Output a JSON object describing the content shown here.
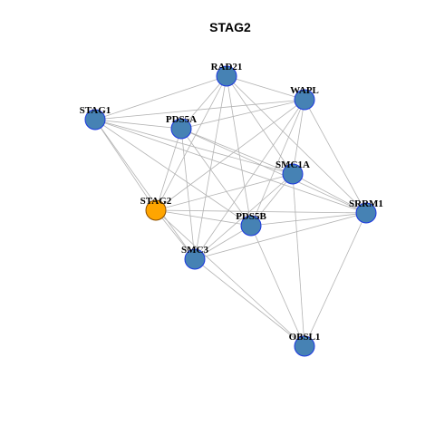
{
  "title": "STAG2",
  "colors": {
    "default_node": "#4682b4",
    "highlight_node": "#ffa500",
    "node_border": "#1a36e0",
    "highlight_border": "#8a4d00",
    "edge": "#b3b3b3"
  },
  "nodes": [
    {
      "id": "RAD21",
      "label": "RAD21",
      "highlight": false
    },
    {
      "id": "WAPL",
      "label": "WAPL",
      "highlight": false
    },
    {
      "id": "STAG1",
      "label": "STAG1",
      "highlight": false
    },
    {
      "id": "PDS5A",
      "label": "PDS5A",
      "highlight": false
    },
    {
      "id": "SMC1A",
      "label": "SMC1A",
      "highlight": false
    },
    {
      "id": "STAG2",
      "label": "STAG2",
      "highlight": true
    },
    {
      "id": "SRRM1",
      "label": "SRRM1",
      "highlight": false
    },
    {
      "id": "PDS5B",
      "label": "PDS5B",
      "highlight": false
    },
    {
      "id": "SMC3",
      "label": "SMC3",
      "highlight": false
    },
    {
      "id": "OBSL1",
      "label": "OBSL1",
      "highlight": false
    }
  ],
  "edges": [
    [
      "STAG1",
      "RAD21"
    ],
    [
      "STAG1",
      "WAPL"
    ],
    [
      "STAG1",
      "SMC1A"
    ],
    [
      "STAG1",
      "SRRM1"
    ],
    [
      "STAG1",
      "PDS5B"
    ],
    [
      "STAG1",
      "STAG2"
    ],
    [
      "STAG1",
      "SMC3"
    ],
    [
      "STAG1",
      "PDS5A"
    ],
    [
      "RAD21",
      "WAPL"
    ],
    [
      "RAD21",
      "PDS5A"
    ],
    [
      "RAD21",
      "SMC1A"
    ],
    [
      "RAD21",
      "SRRM1"
    ],
    [
      "RAD21",
      "STAG2"
    ],
    [
      "RAD21",
      "PDS5B"
    ],
    [
      "RAD21",
      "SMC3"
    ],
    [
      "WAPL",
      "PDS5A"
    ],
    [
      "WAPL",
      "SMC1A"
    ],
    [
      "WAPL",
      "SRRM1"
    ],
    [
      "WAPL",
      "STAG2"
    ],
    [
      "WAPL",
      "PDS5B"
    ],
    [
      "WAPL",
      "SMC3"
    ],
    [
      "PDS5A",
      "SMC1A"
    ],
    [
      "PDS5A",
      "SRRM1"
    ],
    [
      "PDS5A",
      "STAG2"
    ],
    [
      "PDS5A",
      "PDS5B"
    ],
    [
      "PDS5A",
      "SMC3"
    ],
    [
      "SMC1A",
      "STAG2"
    ],
    [
      "SMC1A",
      "SRRM1"
    ],
    [
      "SMC1A",
      "PDS5B"
    ],
    [
      "SMC1A",
      "SMC3"
    ],
    [
      "SMC1A",
      "OBSL1"
    ],
    [
      "STAG2",
      "SRRM1"
    ],
    [
      "STAG2",
      "PDS5B"
    ],
    [
      "STAG2",
      "SMC3"
    ],
    [
      "STAG2",
      "OBSL1"
    ],
    [
      "SRRM1",
      "PDS5B"
    ],
    [
      "SRRM1",
      "SMC3"
    ],
    [
      "SRRM1",
      "OBSL1"
    ],
    [
      "PDS5B",
      "SMC3"
    ],
    [
      "PDS5B",
      "OBSL1"
    ],
    [
      "SMC3",
      "OBSL1"
    ]
  ]
}
